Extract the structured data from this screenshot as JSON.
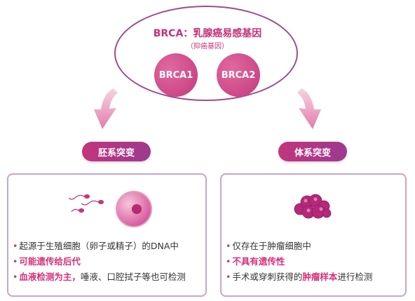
{
  "header": {
    "title": "BRCA：乳腺癌易感基因",
    "subtitle": "（抑癌基因）",
    "genes": [
      "BRCA1",
      "BRCA2"
    ]
  },
  "left": {
    "label": "胚系突变",
    "bullets": [
      {
        "plain_before": "起源于生殖细胞（卵子或精子）的DNA中",
        "highlight": "",
        "plain_after": ""
      },
      {
        "plain_before": "",
        "highlight": "可能遗传给后代",
        "plain_after": ""
      },
      {
        "plain_before": "",
        "highlight": "血液检测为主，",
        "plain_after": "唾液、口腔拭子等也可检测"
      }
    ]
  },
  "right": {
    "label": "体系突变",
    "bullets": [
      {
        "plain_before": "仅存在于肿瘤细胞中",
        "highlight": "",
        "plain_after": ""
      },
      {
        "plain_before": "",
        "highlight": "不具有遗传性",
        "plain_after": ""
      },
      {
        "plain_before": "手术或穿刺获得的",
        "highlight": "肿瘤样本",
        "plain_after": "进行检测"
      }
    ]
  },
  "colors": {
    "accent": "#c23a7e",
    "purple": "#9c3a90",
    "border": "#c9a6c3"
  }
}
